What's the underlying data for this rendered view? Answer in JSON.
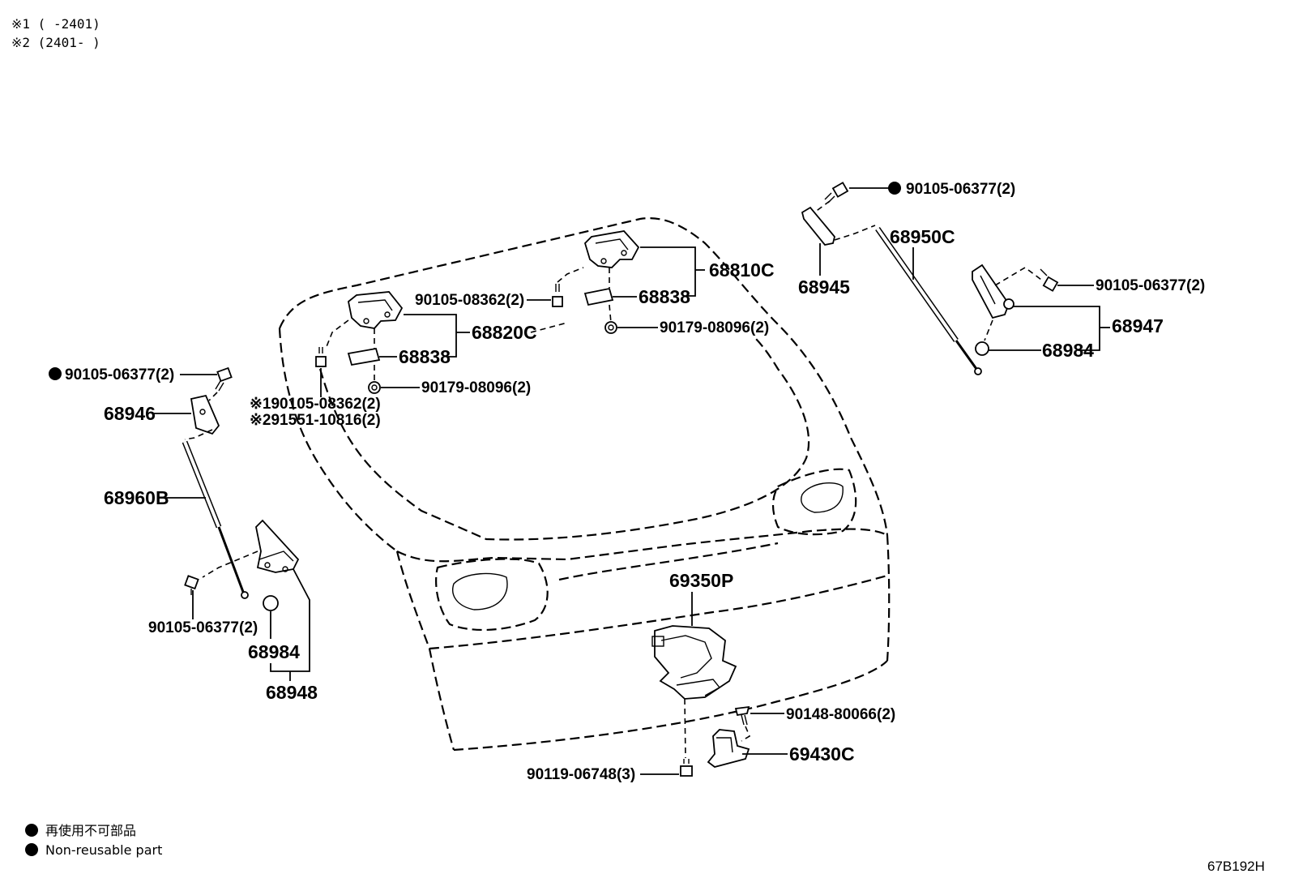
{
  "header": {
    "note1": "※1 (      -2401)",
    "note2": "※2 (2401-      )"
  },
  "labels": {
    "p90105_06377_top_right": "90105-06377(2)",
    "p68950C": "68950C",
    "p68945": "68945",
    "p90105_06377_right": "90105-06377(2)",
    "p68947": "68947",
    "p68984_right": "68984",
    "p68810C": "68810C",
    "p68838_top": "68838",
    "p90105_08362": "90105-08362(2)",
    "p90179_08096_top": "90179-08096(2)",
    "p68820C": "68820C",
    "p68838_left": "68838",
    "p90179_08096_left": "90179-08096(2)",
    "p90105_06377_left": "90105-06377(2)",
    "p68946": "68946",
    "p90105_08362_variant": "※190105-08362(2)",
    "p91551_10816_variant": "※291551-10816(2)",
    "p68960B": "68960B",
    "p90105_06377_bottom_left": "90105-06377(2)",
    "p68984_left": "68984",
    "p68948": "68948",
    "p69350P": "69350P",
    "p90148_80066": "90148-80066(2)",
    "p69430C": "69430C",
    "p90119_06748": "90119-06748(3)"
  },
  "legend": {
    "jp": "再使用不可部品",
    "en": "Non-reusable part"
  },
  "diagram_code": "67B192H"
}
